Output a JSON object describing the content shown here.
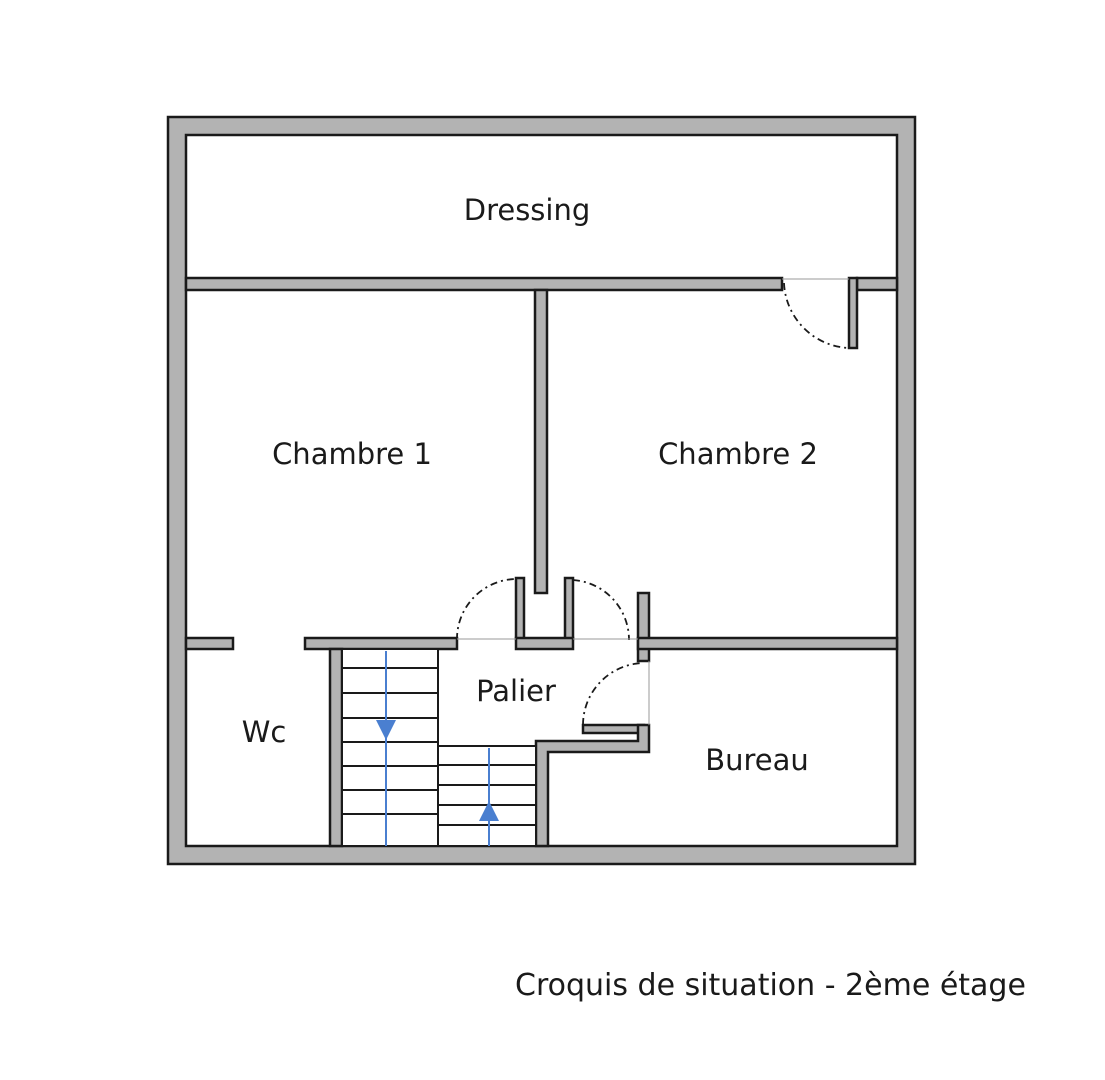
{
  "plan": {
    "rooms": {
      "dressing": "Dressing",
      "chambre1": "Chambre 1",
      "chambre2": "Chambre 2",
      "palier": "Palier",
      "wc": "Wc",
      "bureau": "Bureau"
    },
    "caption": "Croquis de situation - 2ème étage"
  },
  "colors": {
    "wall_fill": "#b3b3b3",
    "wall_stroke": "#1a1a1a",
    "stair_arrow": "#4a7fd0"
  },
  "icons": {
    "stair_down": "arrow-down-icon",
    "stair_up": "arrow-up-icon"
  }
}
